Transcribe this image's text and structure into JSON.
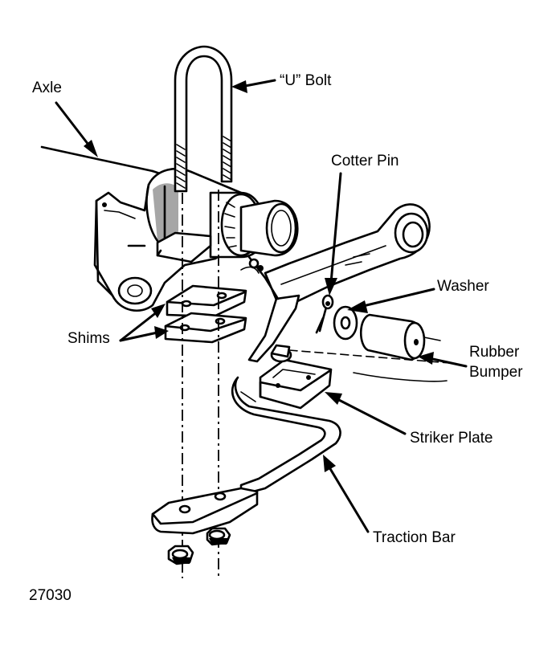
{
  "labels": {
    "axle": "Axle",
    "u_bolt": "“U” Bolt",
    "cotter_pin": "Cotter Pin",
    "washer": "Washer",
    "rubber_bumper_line1": "Rubber",
    "rubber_bumper_line2": "Bumper",
    "shims": "Shims",
    "striker_plate": "Striker Plate",
    "traction_bar": "Traction Bar"
  },
  "figure_number": "27030"
}
